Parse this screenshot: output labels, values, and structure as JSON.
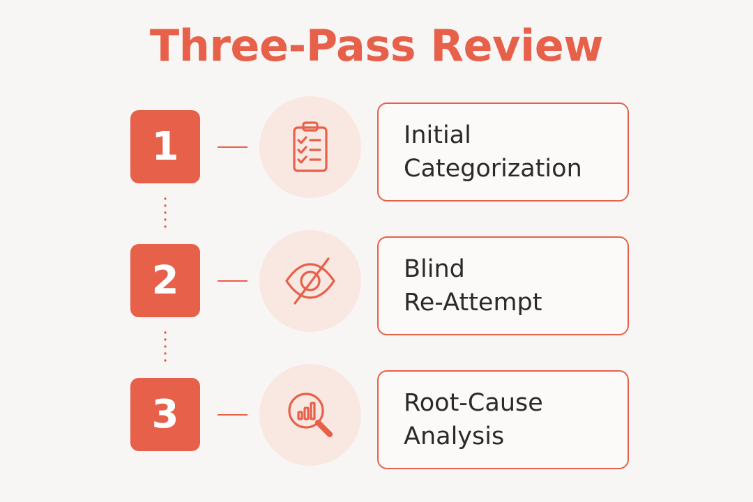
{
  "title": "Three-Pass Review",
  "colors": {
    "accent": "#e6604a",
    "accent_light": "#f9e7e1",
    "text": "#2a2a2a",
    "background": "#f8f6f4"
  },
  "steps": [
    {
      "number": "1",
      "icon": "clipboard-checklist-icon",
      "label_line1": "Initial",
      "label_line2": "Categorization"
    },
    {
      "number": "2",
      "icon": "eye-slash-icon",
      "label_line1": "Blind",
      "label_line2": "Re-Attempt"
    },
    {
      "number": "3",
      "icon": "magnifier-bar-chart-icon",
      "label_line1": "Root-Cause",
      "label_line2": "Analysis"
    }
  ]
}
